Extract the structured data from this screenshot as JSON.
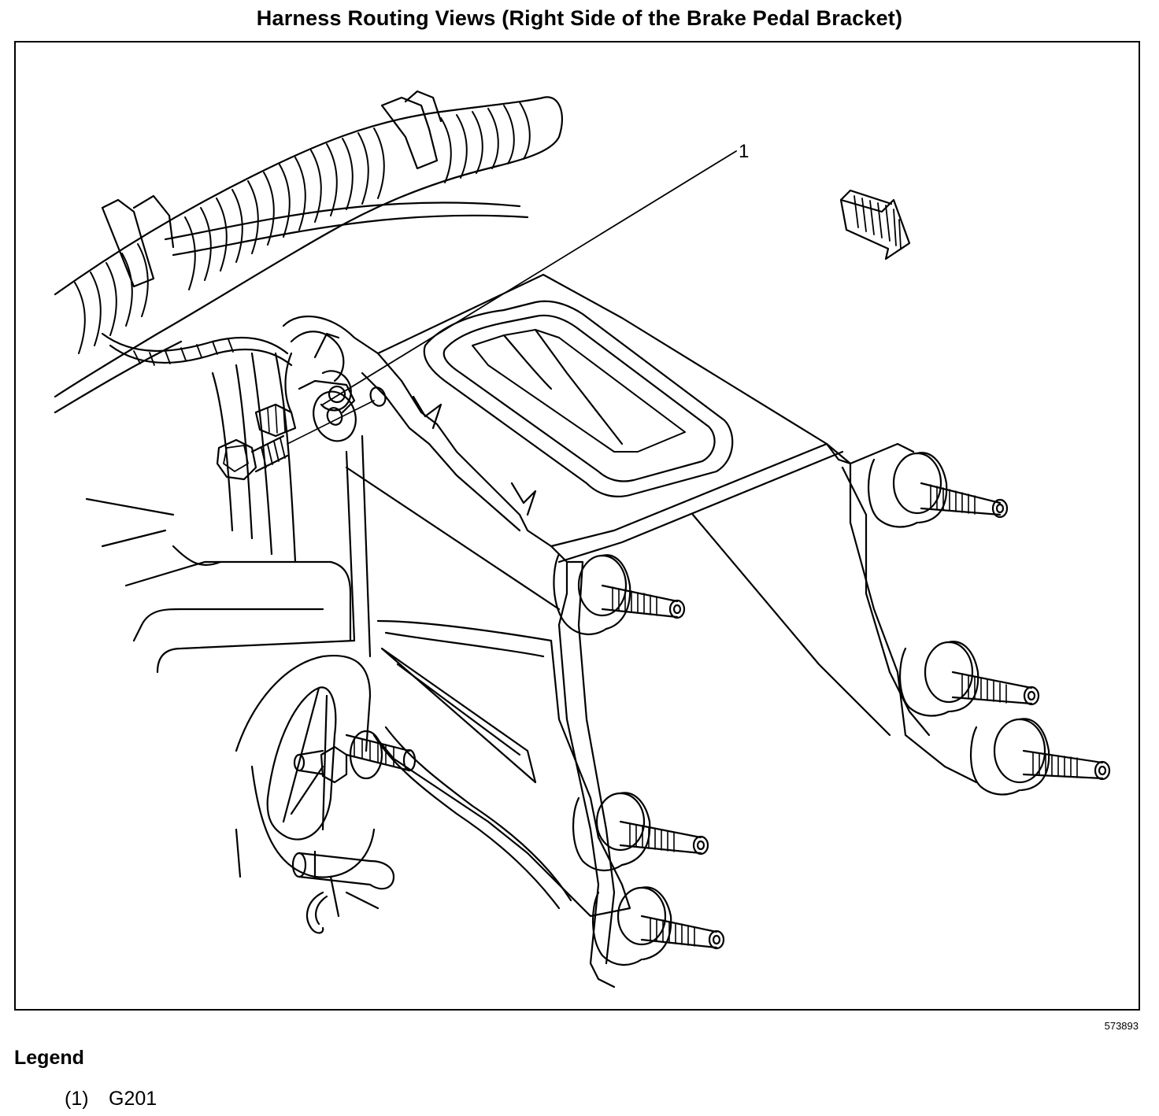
{
  "title": "Harness Routing Views (Right Side of the Brake Pedal Bracket)",
  "figure_id": "573893",
  "callouts": [
    {
      "label": "1"
    }
  ],
  "legend": {
    "title": "Legend",
    "items": [
      {
        "num": "(1)",
        "text": "G201"
      }
    ]
  }
}
